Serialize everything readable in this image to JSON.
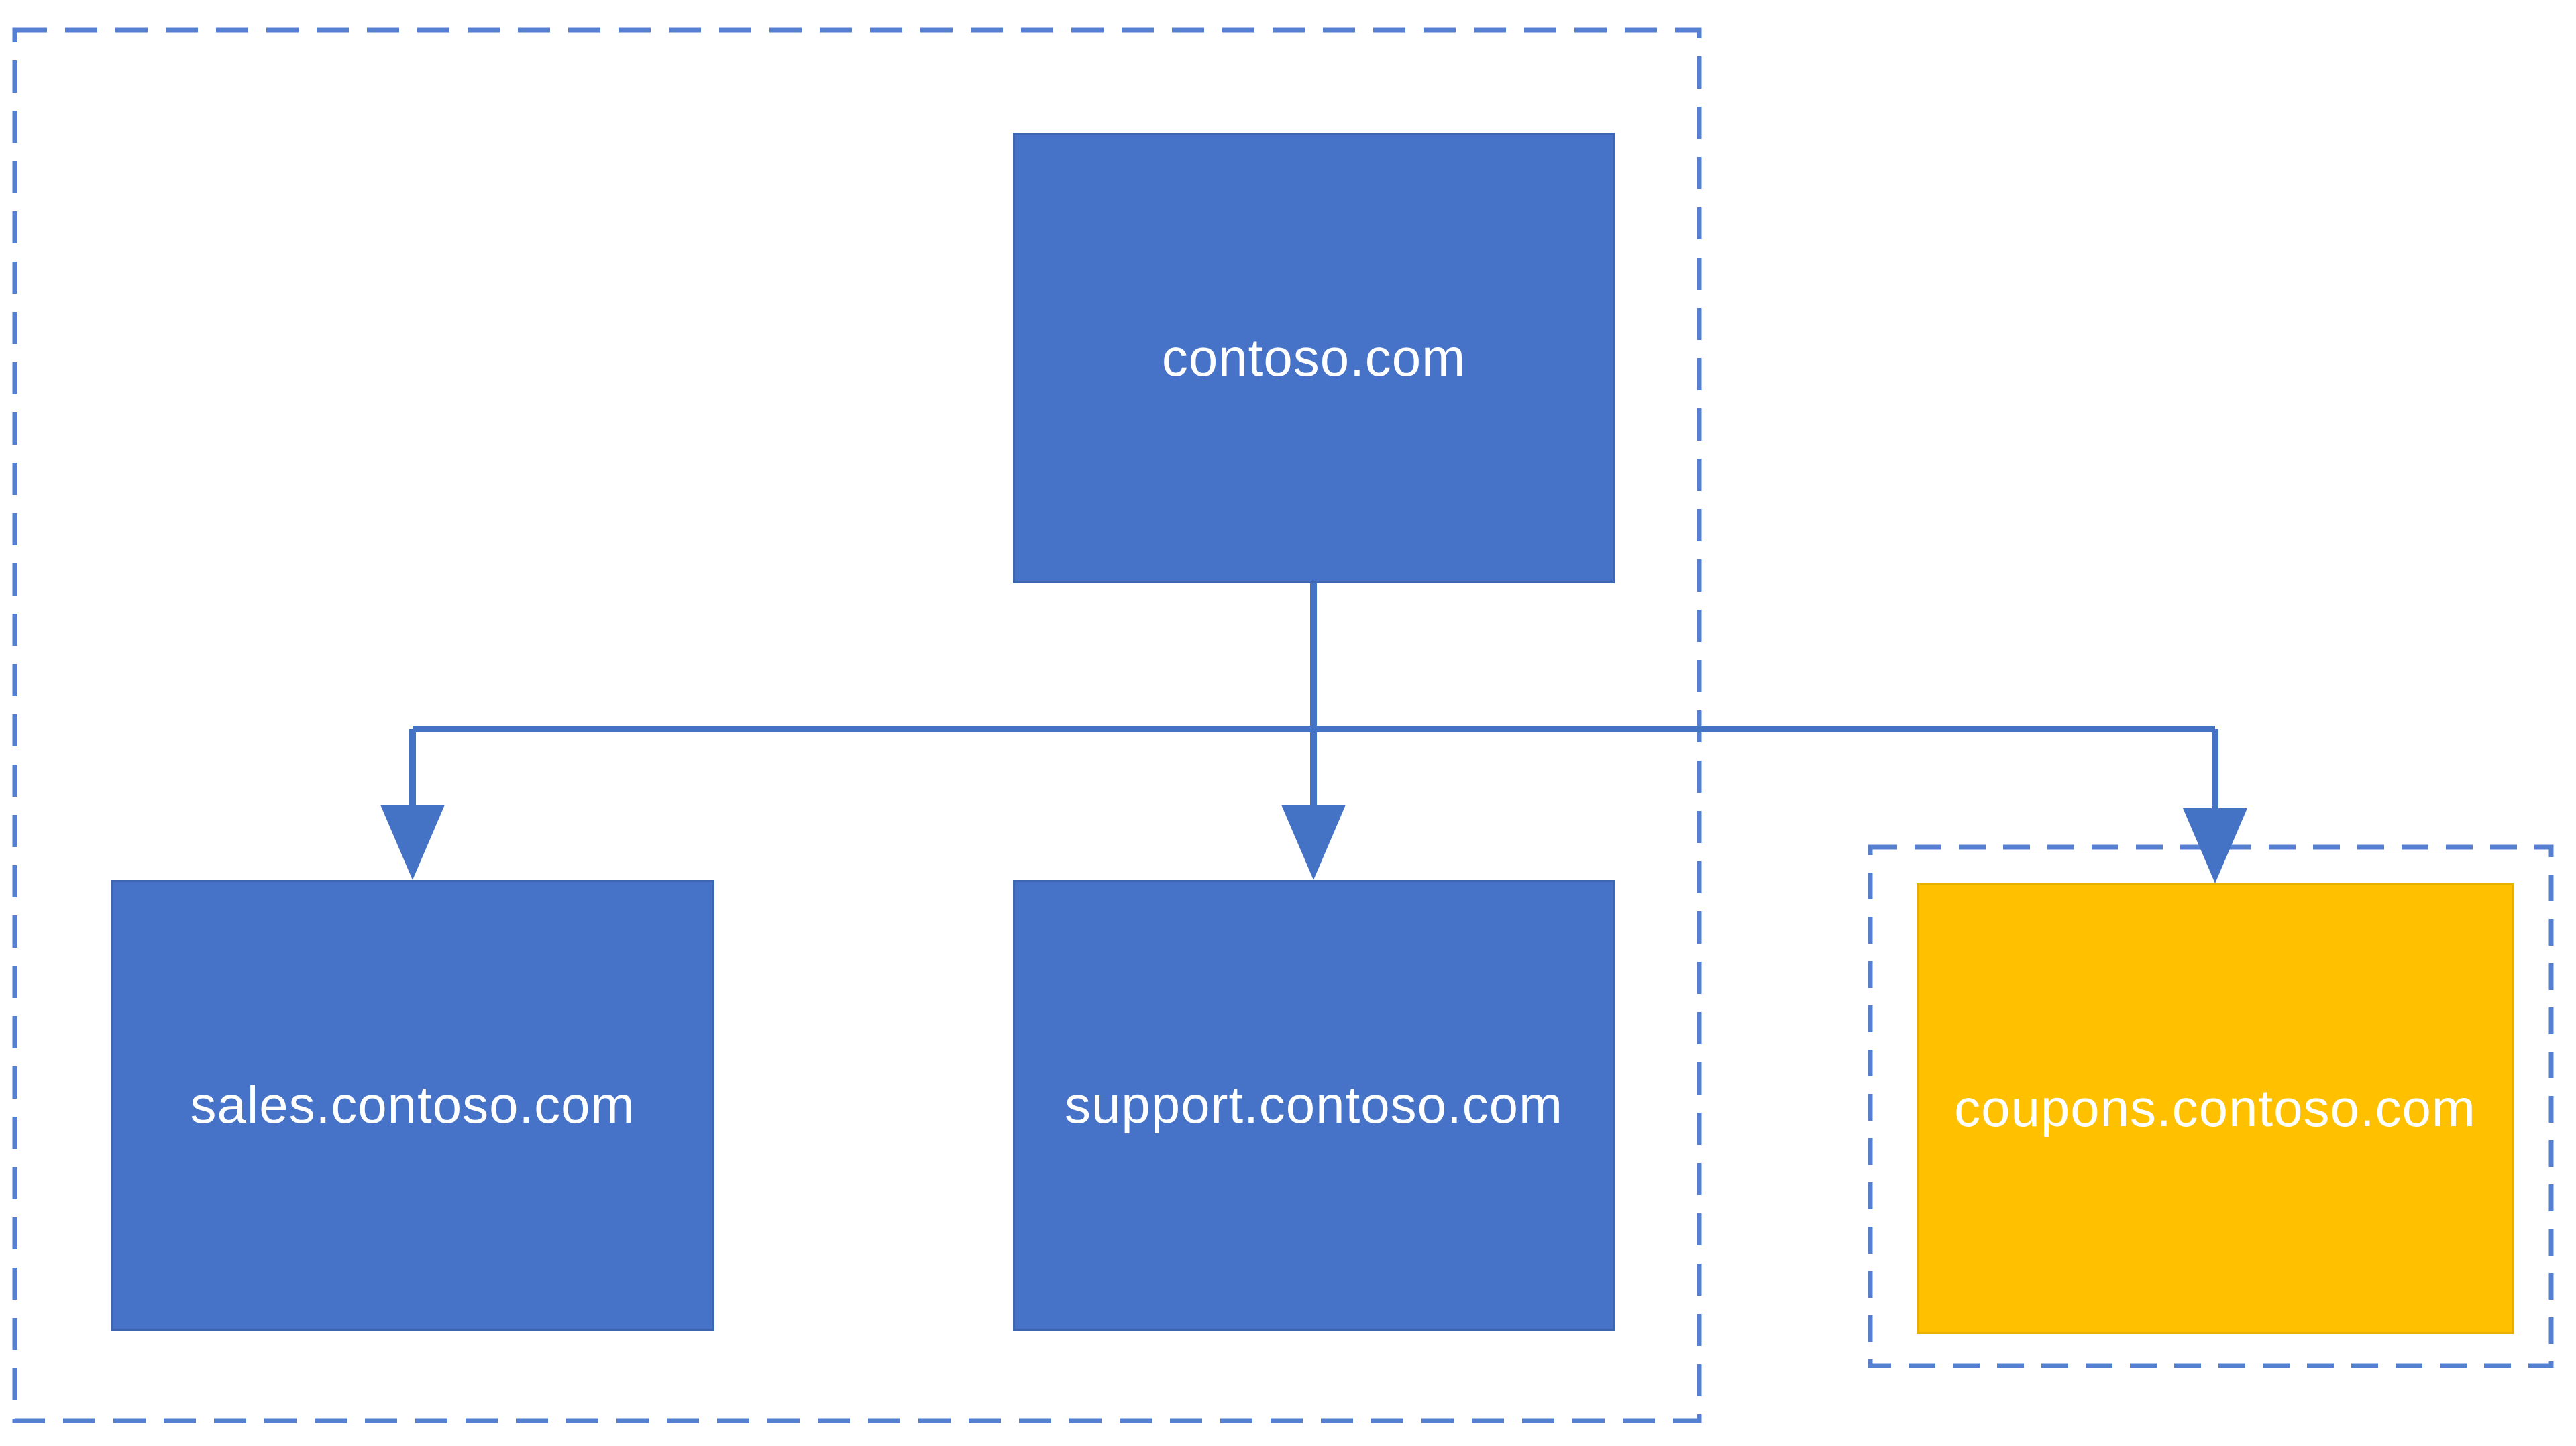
{
  "colors": {
    "background": "#FFFFFF",
    "node_blue": "#4673C8",
    "node_blue_edge": "#3E66B0",
    "node_yellow": "#FFC000",
    "node_yellow_edge": "#E8AE00",
    "connector": "#4472C4",
    "dash_border": "#5580D2",
    "label_text": "#FFFFFF"
  },
  "diagram": {
    "type": "hierarchy",
    "nodes": [
      {
        "id": "contoso",
        "label": "contoso.com",
        "fill": "blue",
        "role": "root-domain"
      },
      {
        "id": "sales",
        "label": "sales.contoso.com",
        "fill": "blue",
        "role": "subdomain"
      },
      {
        "id": "support",
        "label": "support.contoso.com",
        "fill": "blue",
        "role": "subdomain"
      },
      {
        "id": "coupons",
        "label": "coupons.contoso.com",
        "fill": "yellow",
        "role": "subdomain"
      }
    ],
    "edges": [
      {
        "from": "contoso",
        "to": "sales",
        "style": "arrow-down"
      },
      {
        "from": "contoso",
        "to": "support",
        "style": "arrow-down"
      },
      {
        "from": "contoso",
        "to": "coupons",
        "style": "arrow-down"
      }
    ],
    "groups": [
      {
        "id": "zone-a",
        "border": "dashed",
        "members": [
          "contoso",
          "sales",
          "support"
        ]
      },
      {
        "id": "zone-b",
        "border": "dashed",
        "members": [
          "coupons"
        ]
      }
    ]
  }
}
